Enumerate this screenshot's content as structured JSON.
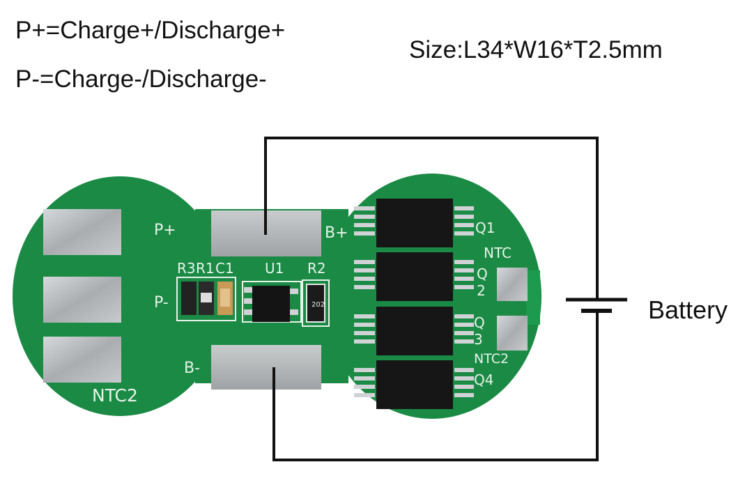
{
  "legend": {
    "p_plus": "P+=Charge+/Discharge+",
    "p_minus": "P-=Charge-/Discharge-"
  },
  "size_label": "Size:L34*W16*T2.5mm",
  "battery_label": "Battery",
  "pcb_labels": {
    "p_plus": "P+",
    "p_minus": "P-",
    "b_plus": "B+",
    "b_minus": "B-",
    "ntc": "NTC",
    "ntc2_left": "NTC2",
    "ntc2_right": "NTC2",
    "r3": "R3",
    "r1": "R1",
    "c1": "C1",
    "u1": "U1",
    "r2": "R2",
    "r2_code": "202",
    "q1": "Q1",
    "q2_a": "Q",
    "q2_b": "2",
    "q3_a": "Q",
    "q3_b": "3",
    "q4": "Q4"
  },
  "colors": {
    "pcb_green": "#1a8a45",
    "wire": "#111111",
    "pad_silver": "#b5b9bb"
  }
}
